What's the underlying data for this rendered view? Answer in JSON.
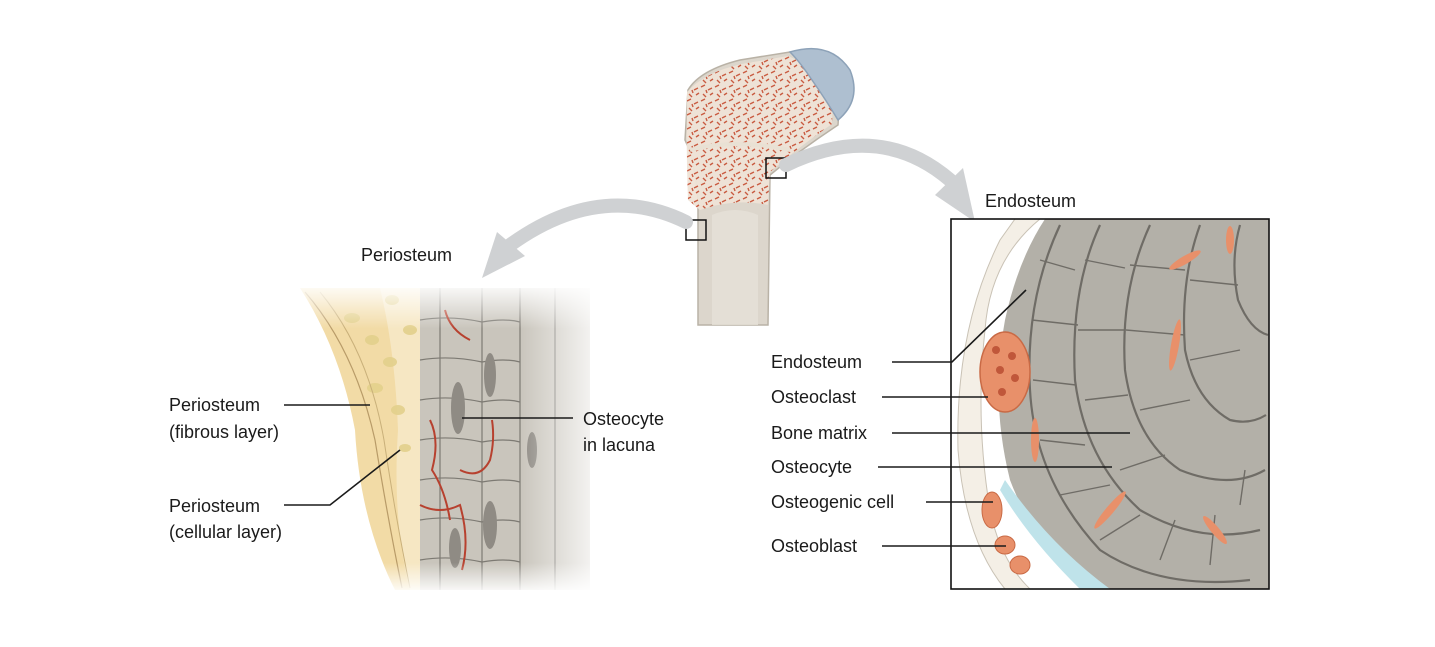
{
  "labels": {
    "periosteum_title": "Periosteum",
    "endosteum_title": "Endosteum",
    "periosteum_fibrous_1": "Periosteum",
    "periosteum_fibrous_2": "(fibrous layer)",
    "periosteum_cellular_1": "Periosteum",
    "periosteum_cellular_2": "(cellular layer)",
    "osteocyte_lacuna_1": "Osteocyte",
    "osteocyte_lacuna_2": "in lacuna",
    "endosteum": "Endosteum",
    "osteoclast": "Osteoclast",
    "bone_matrix": "Bone matrix",
    "osteocyte": "Osteocyte",
    "osteogenic_cell": "Osteogenic cell",
    "osteoblast": "Osteoblast"
  },
  "colors": {
    "bone_shaft": "#dcd6cc",
    "spongy_red": "#c8553a",
    "cartilage": "#aebfd0",
    "matrix": "#b3b0a8",
    "matrix_line": "#6f6c66",
    "cell_orange": "#e8906a",
    "arrow": "#cfd1d3",
    "fibrous": "#f2dba6",
    "blue_layer": "#bfe3ea"
  }
}
